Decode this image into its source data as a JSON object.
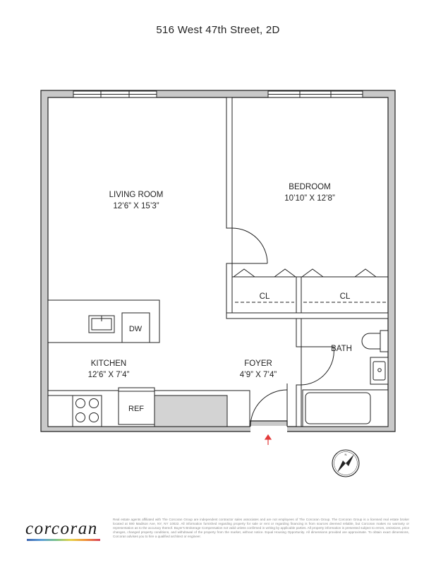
{
  "title": "516 West 47th Street, 2D",
  "rooms": {
    "living": {
      "name": "LIVING ROOM",
      "dims": "12’6” X 15’3”"
    },
    "bedroom": {
      "name": "BEDROOM",
      "dims": "10’10” X 12’8”"
    },
    "kitchen": {
      "name": "KITCHEN",
      "dims": "12’6” X 7’4”"
    },
    "foyer": {
      "name": "FOYER",
      "dims": "4’9” X 7’4”"
    },
    "bath": {
      "name": "BATH"
    },
    "closet_left": {
      "name": "CL"
    },
    "closet_right": {
      "name": "CL"
    }
  },
  "fixtures": {
    "dishwasher": "DW",
    "refrigerator": "REF"
  },
  "compass": {
    "north": "N"
  },
  "brand": {
    "name": "corcoran"
  },
  "disclaimer": "Real estate agents affiliated with The Corcoran Group are independent contractor sales associates and are not employees of The Corcoran Group. The Corcoran Group is a licensed real estate broker located at 590 Madison Ave, NY, NY 10022. All information furnished regarding property for sale or rent or regarding financing is from sources deemed reliable, but Corcoran makes no warranty or representation as to the accuracy thereof. Buyer's Brokerage Compensation not valid unless confirmed in writing by applicable parties. All property information is presented subject to errors, omissions, price changes, changed property conditions, and withdrawal of the property from the market, without notice. Equal Housing Opportunity. All dimensions provided are approximate. To obtain exact dimensions, Corcoran advises you to hire a qualified architect or engineer."
}
